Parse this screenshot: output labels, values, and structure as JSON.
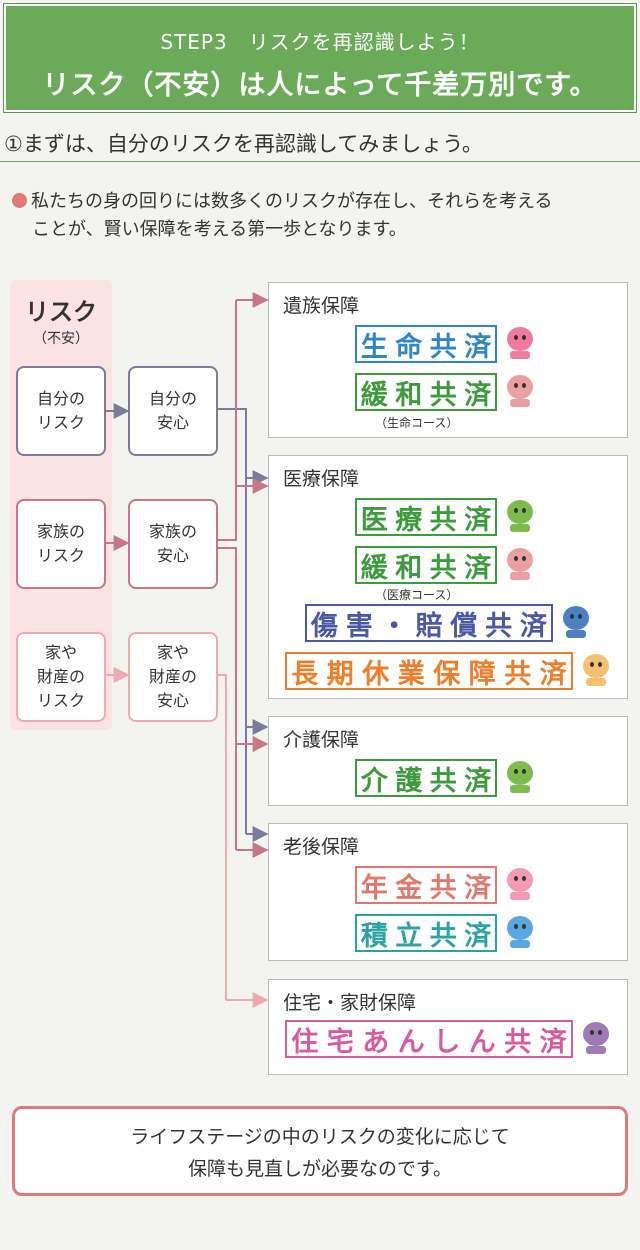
{
  "header": {
    "line1": "STEP3　リスクを再認識しよう！",
    "line2": "リスク（不安）は人によって千差万別です。"
  },
  "subtitle": "①まずは、自分のリスクを再認識してみましょう。",
  "intro": {
    "line1": "私たちの身の回りには数多くのリスクが存在し、それらを考える",
    "line2": "ことが、賢い保障を考える第一歩となります。"
  },
  "risk_panel": {
    "title": "リスク",
    "subtitle": "（不安）"
  },
  "risks": [
    {
      "risk": "自分の\nリスク",
      "relief": "自分の\n安心",
      "color": "#7b7b9c"
    },
    {
      "risk": "家族の\nリスク",
      "relief": "家族の\n安心",
      "color": "#c97588"
    },
    {
      "risk": "家や\n財産の\nリスク",
      "relief": "家や\n財産の\n安心",
      "color": "#f1a8ae"
    }
  ],
  "categories": [
    {
      "title": "遺族保障",
      "products": [
        {
          "chars": [
            "生",
            "命",
            "共",
            "済"
          ],
          "color": "#2f86c6",
          "character_color": "#f07aa0"
        },
        {
          "chars": [
            "緩",
            "和",
            "共",
            "済"
          ],
          "color": "#3d9a3d",
          "note": "（生命コース）",
          "character_color": "#e9a0a0"
        }
      ]
    },
    {
      "title": "医療保障",
      "products": [
        {
          "chars": [
            "医",
            "療",
            "共",
            "済"
          ],
          "color": "#3d9a3d",
          "character_color": "#7dbb4d"
        },
        {
          "chars": [
            "緩",
            "和",
            "共",
            "済"
          ],
          "color": "#3d9a3d",
          "note": "（医療コース）",
          "character_color": "#e9a0a0"
        },
        {
          "chars": [
            "傷",
            "害",
            "・",
            "賠",
            "償",
            "共",
            "済"
          ],
          "color": "#4a58a8",
          "character_color": "#4c7fc4"
        },
        {
          "chars": [
            "長",
            "期",
            "休",
            "業",
            "保",
            "障",
            "共",
            "済"
          ],
          "color": "#ef7e2a",
          "character_color": "#f5c070"
        }
      ]
    },
    {
      "title": "介護保障",
      "products": [
        {
          "chars": [
            "介",
            "護",
            "共",
            "済"
          ],
          "color": "#3d9a3d",
          "character_color": "#7dbb4d"
        }
      ]
    },
    {
      "title": "老後保障",
      "products": [
        {
          "chars": [
            "年",
            "金",
            "共",
            "済"
          ],
          "color": "#e1786e",
          "character_color": "#f59ab5"
        },
        {
          "chars": [
            "積",
            "立",
            "共",
            "済"
          ],
          "color": "#2ca3a3",
          "character_color": "#5aa6e0"
        }
      ]
    },
    {
      "title": "住宅・家財保障",
      "products": [
        {
          "chars": [
            "住",
            "宅",
            "あ",
            "ん",
            "し",
            "ん",
            "共",
            "済"
          ],
          "color": "#d75aa0",
          "character_color": "#a07ab5"
        }
      ]
    }
  ],
  "footer": {
    "line1": "ライフステージの中のリスクの変化に応じて",
    "line2": "保障も見直しが必要なのです。"
  }
}
